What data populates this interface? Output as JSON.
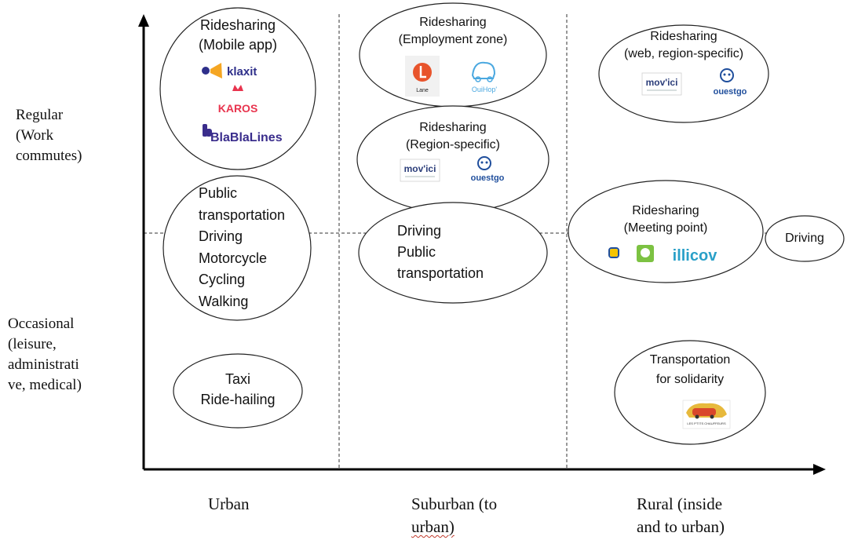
{
  "y_labels": {
    "regular": [
      "Regular",
      "(Work",
      "commutes)"
    ],
    "occasional": [
      "Occasional",
      "(leisure,",
      "administrati",
      "ve, medical)"
    ]
  },
  "x_labels": {
    "urban": "Urban",
    "suburban": [
      "Suburban (to",
      "urban)"
    ],
    "rural": [
      "Rural (inside",
      "and to urban)"
    ]
  },
  "bubbles": {
    "urban_mobile": {
      "title": [
        "Ridesharing",
        "(Mobile app)"
      ],
      "logos": [
        "klaxit",
        "KAROS",
        "BlaBlaLines"
      ]
    },
    "urban_modes": {
      "lines": [
        "Public",
        "transportation",
        "Driving",
        "Motorcycle",
        "Cycling",
        "Walking"
      ]
    },
    "urban_taxi": {
      "lines": [
        "Taxi",
        "Ride-hailing"
      ]
    },
    "sub_employment": {
      "title": [
        "Ridesharing",
        "(Employment zone)"
      ],
      "logos": [
        "Lane",
        "OuiHop'"
      ]
    },
    "sub_region": {
      "title": [
        "Ridesharing",
        "(Region-specific)"
      ],
      "logos": [
        "mov'ici",
        "ouestgo"
      ]
    },
    "sub_modes": {
      "lines": [
        "Driving",
        "Public",
        "transportation"
      ]
    },
    "rural_web": {
      "title": [
        "Ridesharing",
        "(web, region-specific)"
      ],
      "logos": [
        "mov'ici",
        "ouestgo"
      ]
    },
    "rural_meeting": {
      "title": [
        "Ridesharing",
        "(Meeting point)"
      ],
      "logos": [
        "illicov"
      ]
    },
    "rural_driving": {
      "lines": [
        "Driving"
      ]
    },
    "rural_solidarity": {
      "title": [
        "Transportation",
        "for solidarity"
      ],
      "logos": [
        "LES P'TITS CHAUFFEURS"
      ]
    }
  },
  "colors": {
    "klaxit_text": "#2e2f8a",
    "klaxit_orange": "#f5a623",
    "karos": "#e8344e",
    "blablalines": "#3a2d8c",
    "lane": "#e8542c",
    "ouihop": "#4aa8e0",
    "movici": "#2c3e7a",
    "ouestgo": "#1f4e9c",
    "illicov": "#2aa0c8",
    "wavy_underline": "#c0392b"
  }
}
